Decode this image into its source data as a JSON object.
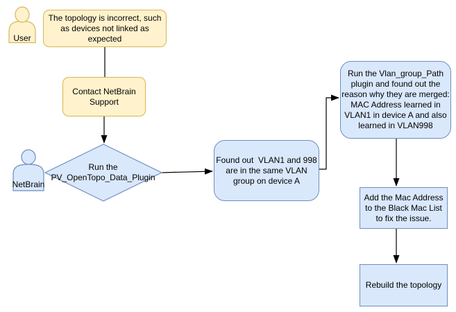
{
  "theme": {
    "yellow_fill": "#fff2cc",
    "yellow_border": "#d6b656",
    "blue_fill": "#dae8fc",
    "blue_border": "#6c8ebf",
    "arrow_color": "#000000",
    "text_color": "#000000"
  },
  "actors": {
    "user": {
      "label": "User",
      "icon": "person-icon"
    },
    "netbrain": {
      "label": "NetBrain",
      "icon": "person-icon"
    }
  },
  "nodes": {
    "issue": {
      "text": "The topology is incorrect, such\nas devices not linked as\nexpected"
    },
    "contact": {
      "text": "Contact NetBrain\nSupport"
    },
    "run_plugin": {
      "text": "Run the\nPV_OpenTopo_Data_Plugin"
    },
    "found": {
      "text": "Found out  VLAN1 and 998\nare in the same VLAN\ngroup on device A"
    },
    "vlan_group": {
      "text": "Run the Vlan_group_Path\nplugin and found out the\nreason why they are merged:\nMAC Address learned in\nVLAN1 in device A and also\nlearned in VLAN998"
    },
    "add_mac": {
      "text": "Add the Mac Address\nto the Black Mac List\nto fix the issue."
    },
    "rebuild": {
      "text": "Rebuild the topology"
    }
  }
}
